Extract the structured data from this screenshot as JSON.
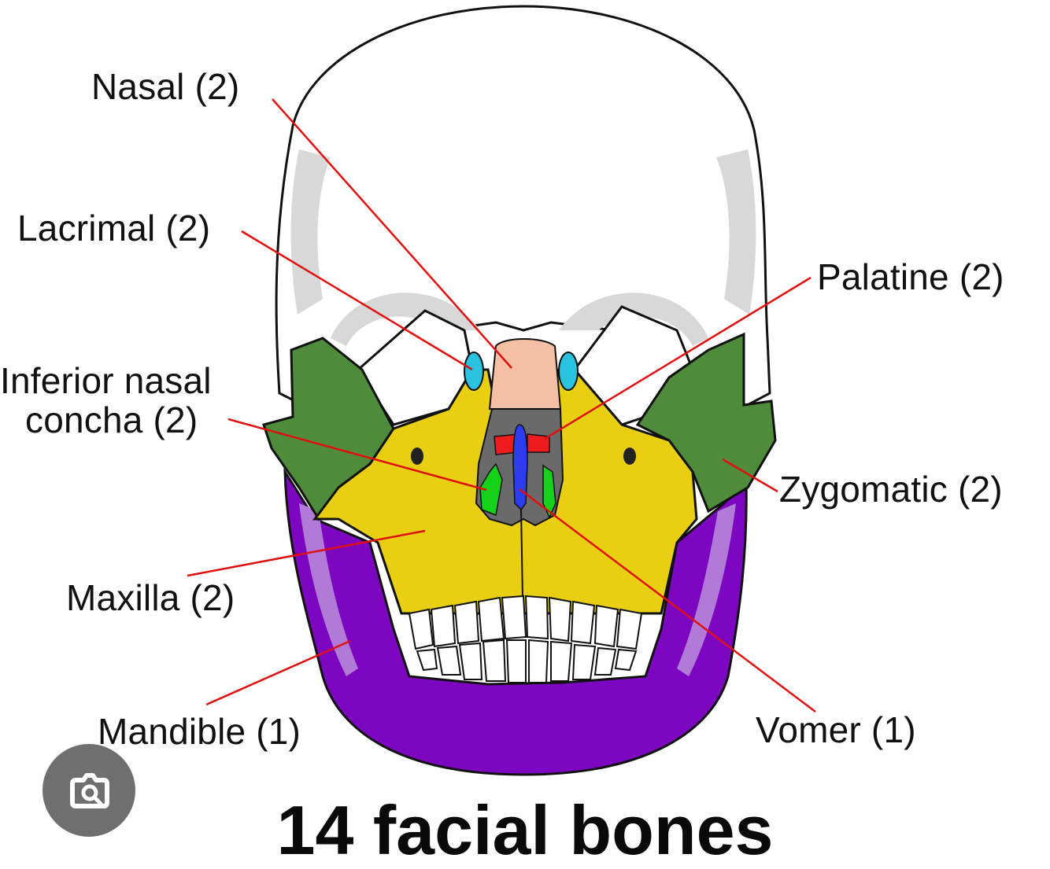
{
  "labels": {
    "nasal": "Nasal (2)",
    "lacrimal": "Lacrimal (2)",
    "inferior_nasal_concha_line1": "Inferior nasal",
    "inferior_nasal_concha_line2": "concha (2)",
    "palatine": "Palatine (2)",
    "zygomatic": "Zygomatic (2)",
    "maxilla": "Maxilla (2)",
    "mandible": "Mandible (1)",
    "vomer": "Vomer (1)"
  },
  "title": "14 facial bones",
  "icons": {
    "lens": "camera-search-icon"
  },
  "colors": {
    "nasal": "#f5bfa3",
    "lacrimal": "#29c3e0",
    "inferior_nasal_concha": "#14d11a",
    "palatine": "#ee1c1c",
    "zygomatic": "#4e8b3a",
    "maxilla": "#e9cf12",
    "mandible": "#7d07c0",
    "vomer": "#2c3df0",
    "leader_line": "#e00f0f",
    "skull_shading": "#d8d8d8"
  }
}
